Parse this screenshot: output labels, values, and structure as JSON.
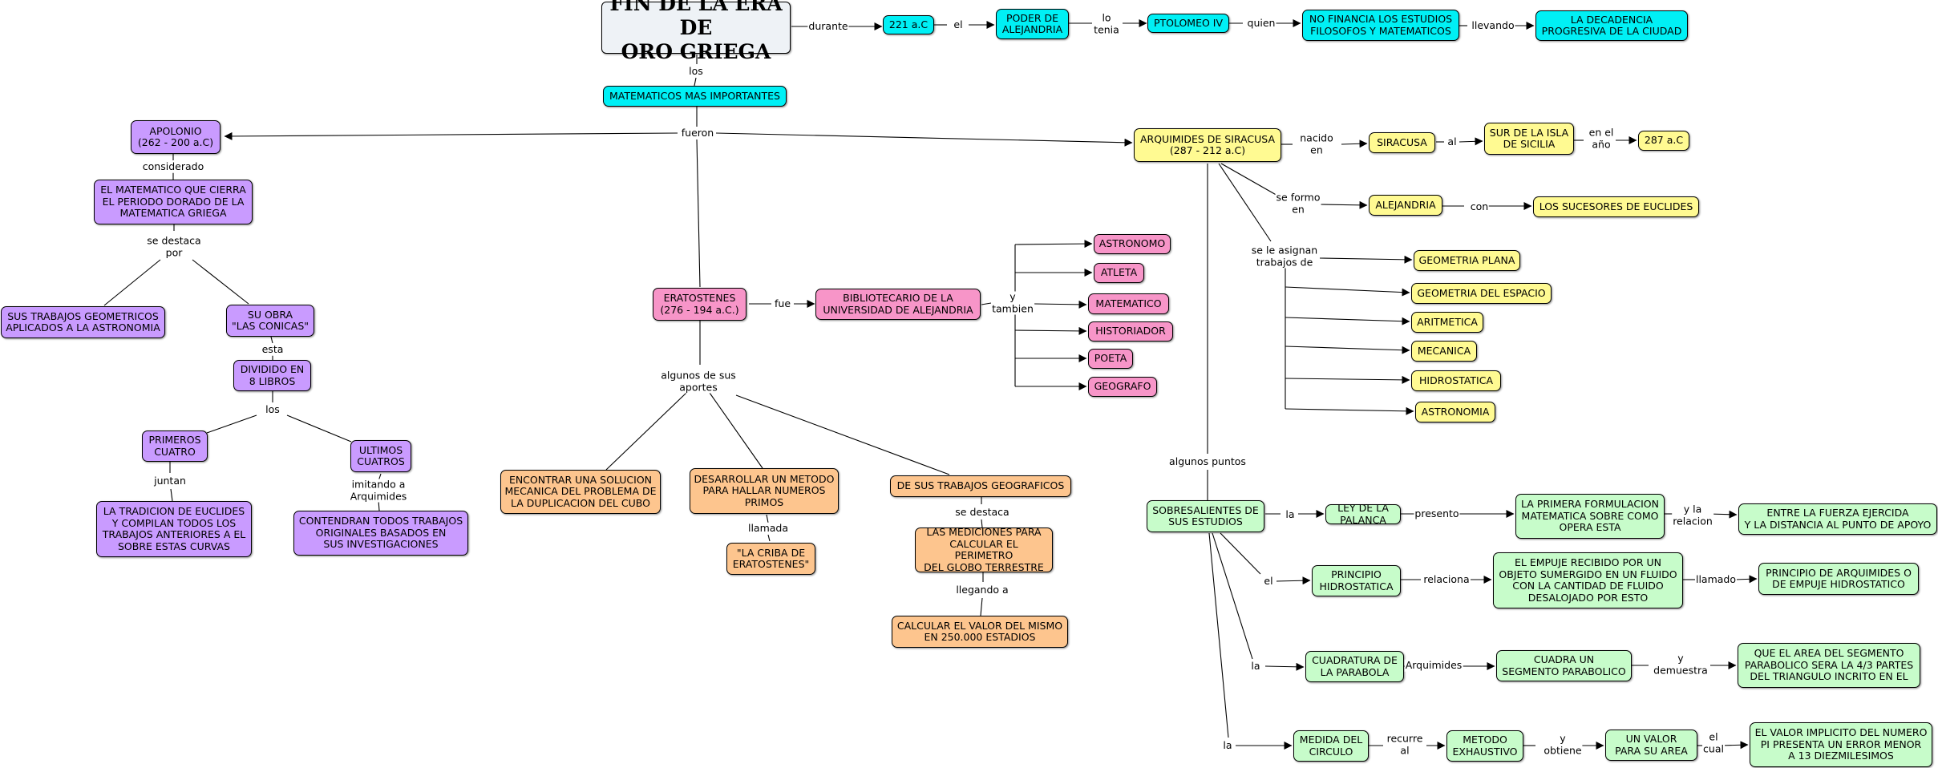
{
  "nodes": [
    {
      "id": "title",
      "text": "FIN DE LA ERA DE\nORO GRIEGA",
      "color": "title"
    },
    {
      "id": "n221",
      "text": "221 a.C",
      "color": "cyan"
    },
    {
      "id": "poder",
      "text": "PODER DE\nALEJANDRIA",
      "color": "cyan"
    },
    {
      "id": "ptolomeo",
      "text": "PTOLOMEO IV",
      "color": "cyan"
    },
    {
      "id": "nofinancia",
      "text": "NO FINANCIA LOS ESTUDIOS\nFILOSOFOS Y MATEMATICOS",
      "color": "cyan"
    },
    {
      "id": "decadencia",
      "text": "LA DECADENCIA\nPROGRESIVA DE LA CIUDAD",
      "color": "cyan"
    },
    {
      "id": "matematicos",
      "text": "MATEMATICOS MAS IMPORTANTES",
      "color": "cyan"
    },
    {
      "id": "apolonio",
      "text": "APOLONIO\n(262 - 200 a.C)",
      "color": "purple"
    },
    {
      "id": "elmatematico",
      "text": "EL MATEMATICO QUE CIERRA\nEL PERIODO DORADO DE LA\nMATEMATICA GRIEGA",
      "color": "purple"
    },
    {
      "id": "trabajosgeo",
      "text": "SUS TRABAJOS GEOMETRICOS\nAPLICADOS A LA ASTRONOMIA",
      "color": "purple"
    },
    {
      "id": "conicas",
      "text": "SU OBRA\n\"LAS CONICAS\"",
      "color": "purple"
    },
    {
      "id": "dividido",
      "text": "DIVIDIDO EN\n8 LIBROS",
      "color": "purple"
    },
    {
      "id": "primeros",
      "text": "PRIMEROS\nCUATRO",
      "color": "purple"
    },
    {
      "id": "ultimos",
      "text": "ULTIMOS\nCUATROS",
      "color": "purple"
    },
    {
      "id": "tradicion",
      "text": "LA TRADICION DE EUCLIDES\nY COMPILAN TODOS LOS\nTRABAJOS ANTERIORES A EL\nSOBRE ESTAS CURVAS",
      "color": "purple"
    },
    {
      "id": "contendran",
      "text": "CONTENDRAN TODOS TRABAJOS\nORIGINALES BASADOS EN\nSUS INVESTIGACIONES",
      "color": "purple"
    },
    {
      "id": "eratostenes",
      "text": "ERATOSTENES\n(276 - 194 a.C.)",
      "color": "pink"
    },
    {
      "id": "bibliotecario",
      "text": "BIBLIOTECARIO DE LA\nUNIVERSIDAD DE ALEJANDRIA",
      "color": "pink"
    },
    {
      "id": "astronomo",
      "text": "ASTRONOMO",
      "color": "pink"
    },
    {
      "id": "atleta",
      "text": "ATLETA",
      "color": "pink"
    },
    {
      "id": "matematico",
      "text": "MATEMATICO",
      "color": "pink"
    },
    {
      "id": "historiador",
      "text": "HISTORIADOR",
      "color": "pink"
    },
    {
      "id": "poeta",
      "text": "POETA",
      "color": "pink"
    },
    {
      "id": "geografo",
      "text": "GEOGRAFO",
      "color": "pink"
    },
    {
      "id": "encontrar",
      "text": "ENCONTRAR UNA SOLUCION\nMECANICA DEL PROBLEMA DE\nLA DUPLICACION DEL CUBO",
      "color": "orange"
    },
    {
      "id": "desarrollar",
      "text": "DESARROLLAR UN METODO\nPARA HALLAR NUMEROS\nPRIMOS",
      "color": "orange"
    },
    {
      "id": "criba",
      "text": "\"LA CRIBA DE\nERATOSTENES\"",
      "color": "orange"
    },
    {
      "id": "geograficos",
      "text": "DE SUS TRABAJOS GEOGRAFICOS",
      "color": "orange"
    },
    {
      "id": "mediciones",
      "text": "LAS MEDICIONES PARA\nCALCULAR EL PERIMETRO\nDEL GLOBO TERRESTRE",
      "color": "orange"
    },
    {
      "id": "calcular",
      "text": "CALCULAR EL VALOR DEL MISMO\nEN 250.000 ESTADIOS",
      "color": "orange"
    },
    {
      "id": "arquimides",
      "text": "ARQUIMIDES DE SIRACUSA\n(287 - 212 a.C)",
      "color": "yellow"
    },
    {
      "id": "siracusa",
      "text": "SIRACUSA",
      "color": "yellow"
    },
    {
      "id": "sicilia",
      "text": "SUR DE LA ISLA\nDE SICILIA",
      "color": "yellow"
    },
    {
      "id": "n287",
      "text": "287 a.C",
      "color": "yellow"
    },
    {
      "id": "alejandria",
      "text": "ALEJANDRIA",
      "color": "yellow"
    },
    {
      "id": "sucesores",
      "text": "LOS SUCESORES DE EUCLIDES",
      "color": "yellow"
    },
    {
      "id": "geoplana",
      "text": "GEOMETRIA PLANA",
      "color": "yellow"
    },
    {
      "id": "geoespacio",
      "text": "GEOMETRIA DEL ESPACIO",
      "color": "yellow"
    },
    {
      "id": "aritmetica",
      "text": "ARITMETICA",
      "color": "yellow"
    },
    {
      "id": "mecanica",
      "text": "MECANICA",
      "color": "yellow"
    },
    {
      "id": "hidrostatica",
      "text": "HIDROSTATICA",
      "color": "yellow"
    },
    {
      "id": "astronomia",
      "text": "ASTRONOMIA",
      "color": "yellow"
    },
    {
      "id": "sobresalientes",
      "text": "SOBRESALIENTES DE\nSUS ESTUDIOS",
      "color": "green"
    },
    {
      "id": "palanca",
      "text": "LEY DE LA PALANCA",
      "color": "green"
    },
    {
      "id": "primeraform",
      "text": "LA PRIMERA FORMULACION\nMATEMATICA SOBRE COMO\nOPERA ESTA",
      "color": "green"
    },
    {
      "id": "fuerza",
      "text": "ENTRE LA FUERZA EJERCIDA\nY LA DISTANCIA AL PUNTO DE APOYO",
      "color": "green"
    },
    {
      "id": "principio",
      "text": "PRINCIPIO\nHIDROSTATICA",
      "color": "green"
    },
    {
      "id": "empuje",
      "text": "EL EMPUJE RECIBIDO POR UN\nOBJETO SUMERGIDO EN UN FLUIDO\nCON LA CANTIDAD DE FLUIDO\nDESALOJADO POR ESTO",
      "color": "green"
    },
    {
      "id": "principioarq",
      "text": "PRINCIPIO DE ARQUIMIDES O\nDE EMPUJE HIDROSTATICO",
      "color": "green"
    },
    {
      "id": "cuadratura",
      "text": "CUADRATURA DE\nLA PARABOLA",
      "color": "green"
    },
    {
      "id": "cuadraun",
      "text": "CUADRA UN\nSEGMENTO PARABOLICO",
      "color": "green"
    },
    {
      "id": "queelarea",
      "text": "QUE EL AREA DEL SEGMENTO\nPARABOLICO SERA LA 4/3 PARTES\nDEL TRIANGULO INCRITO EN EL",
      "color": "green"
    },
    {
      "id": "medida",
      "text": "MEDIDA DEL\nCIRCULO",
      "color": "green"
    },
    {
      "id": "metodo",
      "text": "METODO\nEXHAUSTIVO",
      "color": "green"
    },
    {
      "id": "unvalor",
      "text": "UN VALOR\nPARA SU AREA",
      "color": "green"
    },
    {
      "id": "valorpi",
      "text": "EL VALOR IMPLICITO DEL NUMERO\nPI PRESENTA UN ERROR MENOR\nA 13 DIEZMILESIMOS",
      "color": "green"
    }
  ],
  "labels": [
    {
      "id": "l_durante",
      "text": "durante"
    },
    {
      "id": "l_el1",
      "text": "el"
    },
    {
      "id": "l_lotenia",
      "text": "lo\ntenia"
    },
    {
      "id": "l_quien",
      "text": "quien"
    },
    {
      "id": "l_llevando",
      "text": "llevando"
    },
    {
      "id": "l_los",
      "text": "los"
    },
    {
      "id": "l_fueron",
      "text": "fueron"
    },
    {
      "id": "l_considerado",
      "text": "considerado"
    },
    {
      "id": "l_sedestacapor",
      "text": "se destaca\npor"
    },
    {
      "id": "l_esta",
      "text": "esta"
    },
    {
      "id": "l_los2",
      "text": "los"
    },
    {
      "id": "l_juntan",
      "text": "juntan"
    },
    {
      "id": "l_imitando",
      "text": "imitando a\nArquimides"
    },
    {
      "id": "l_fue",
      "text": "fue"
    },
    {
      "id": "l_ytambien",
      "text": "y\ntambien"
    },
    {
      "id": "l_aportes",
      "text": "algunos de sus\naportes"
    },
    {
      "id": "l_llamada",
      "text": "llamada"
    },
    {
      "id": "l_sedestaca",
      "text": "se destaca"
    },
    {
      "id": "l_llegando",
      "text": "llegando a"
    },
    {
      "id": "l_nacido",
      "text": "nacido\nen"
    },
    {
      "id": "l_al",
      "text": "al"
    },
    {
      "id": "l_enelano",
      "text": "en el\naño"
    },
    {
      "id": "l_seformo",
      "text": "se formo\nen"
    },
    {
      "id": "l_con",
      "text": "con"
    },
    {
      "id": "l_seleasignan",
      "text": "se le asignan\ntrabajos de"
    },
    {
      "id": "l_algunospuntos",
      "text": "algunos puntos"
    },
    {
      "id": "l_la1",
      "text": "la"
    },
    {
      "id": "l_presento",
      "text": "presento"
    },
    {
      "id": "l_ylarelacion",
      "text": "y la\nrelacion"
    },
    {
      "id": "l_el2",
      "text": "el"
    },
    {
      "id": "l_relaciona",
      "text": "relaciona"
    },
    {
      "id": "l_llamado",
      "text": "llamado"
    },
    {
      "id": "l_la2",
      "text": "la"
    },
    {
      "id": "l_arquimides",
      "text": "Arquimides"
    },
    {
      "id": "l_ydemuestra",
      "text": "y\ndemuestra"
    },
    {
      "id": "l_la3",
      "text": "la"
    },
    {
      "id": "l_recurreal",
      "text": "recurre\nal"
    },
    {
      "id": "l_yobtiene",
      "text": "y\nobtiene"
    },
    {
      "id": "l_elcual",
      "text": "el\ncual"
    }
  ],
  "colors": {
    "cyan": "#00f0f5",
    "purple": "#c99bff",
    "pink": "#f795c8",
    "orange": "#fdc58e",
    "yellow": "#fffa92",
    "green": "#c7fcca",
    "title": "#eef2f6"
  }
}
